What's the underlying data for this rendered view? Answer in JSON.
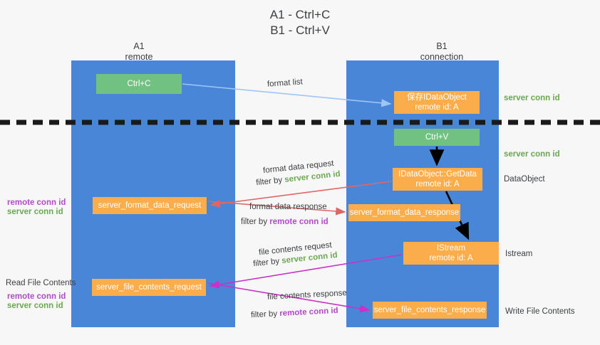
{
  "title": {
    "line1": "A1 - Ctrl+C",
    "line2": "B1 - Ctrl+V"
  },
  "lanes": [
    {
      "id": "a1",
      "name": "A1",
      "subtitle": "remote",
      "color": "#4a86d8"
    },
    {
      "id": "b1",
      "name": "B1",
      "subtitle": "connection",
      "color": "#4a86d8"
    }
  ],
  "colors": {
    "lane": "#4a86d8",
    "node_orange": "#fbad4b",
    "node_green": "#71c282",
    "server_conn": "#6aa84f",
    "remote_conn": "#b14bc8",
    "arrow_blue": "#9fc5f8",
    "arrow_red": "#e06666",
    "arrow_magenta": "#c832c8",
    "arrow_black": "#000000",
    "divider": "#1a1a1a",
    "background": "#f7f7f7"
  },
  "nodes": {
    "ctrl_c": {
      "line1": "Ctrl+C",
      "line2": "",
      "type": "green"
    },
    "idataobject": {
      "line1": "保存IDataObject",
      "line2": "remote id: A",
      "type": "orange"
    },
    "ctrl_v": {
      "line1": "Ctrl+V",
      "line2": "",
      "type": "green"
    },
    "getdata": {
      "line1": "IDataObject::GetData",
      "line2": "remote id: A",
      "type": "orange"
    },
    "server_format_data_request": {
      "line1": "server_format_data_request",
      "line2": "",
      "type": "orange"
    },
    "server_format_data_response": {
      "line1": "server_format_data_response",
      "line2": "",
      "type": "orange"
    },
    "istream": {
      "line1": "IStream",
      "line2": "remote id: A",
      "type": "orange"
    },
    "server_file_contents_request": {
      "line1": "server_file_contents_request",
      "line2": "",
      "type": "orange"
    },
    "server_file_contents_response": {
      "line1": "server_file_contents_response",
      "line2": "",
      "type": "orange"
    }
  },
  "labels": {
    "format_list": "format list",
    "server_conn_id_1": "server conn id",
    "server_conn_id_2": "server conn id",
    "dataobject": "DataObject",
    "istream": "Istream",
    "write_file_contents": "Write File Contents",
    "read_file_contents": "Read File Contents",
    "format_data_request": "format data request",
    "filter_by": "filter by",
    "server_conn_id": "server conn id",
    "remote_conn_id": "remote conn id",
    "format_data_response": "format data response",
    "file_contents_request": "file contents request",
    "file_contents_response": "file contents response",
    "left_remote_conn_id_1": "remote conn id",
    "left_server_conn_id_1": "server conn id",
    "left_remote_conn_id_2": "remote conn id",
    "left_server_conn_id_2": "server conn id"
  }
}
